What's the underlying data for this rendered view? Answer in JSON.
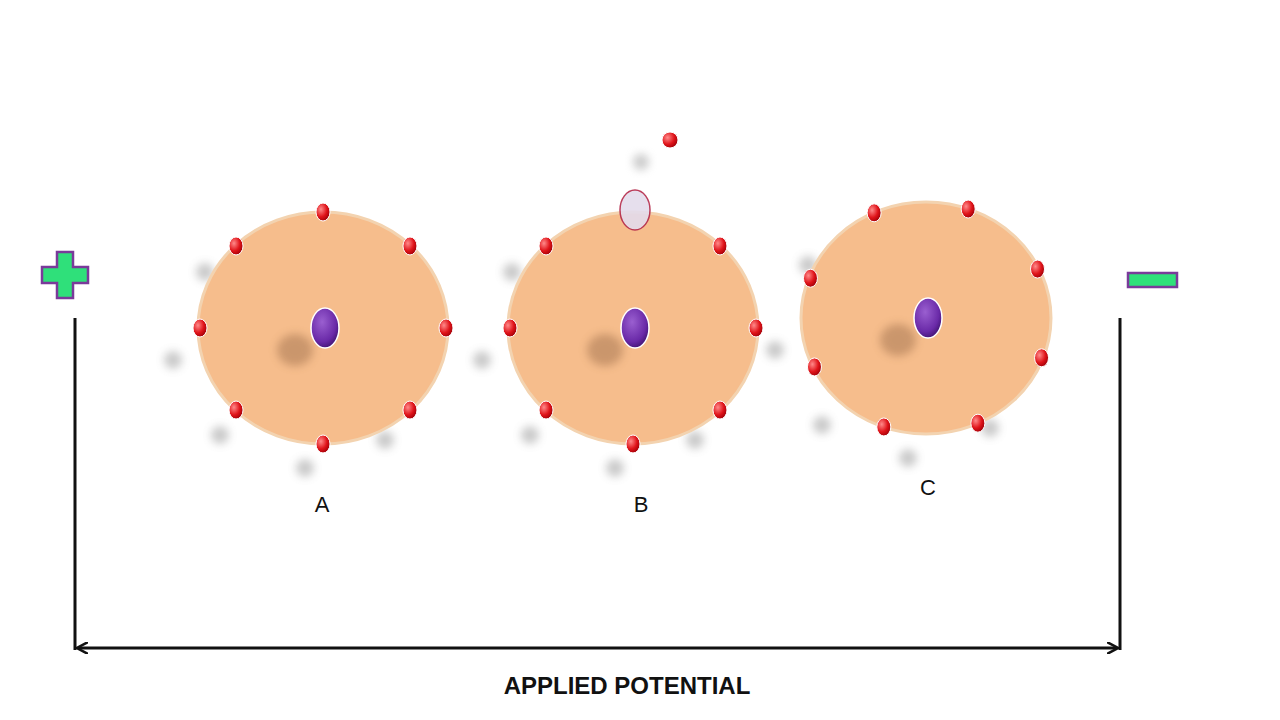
{
  "diagram": {
    "labels": [
      "A",
      "B",
      "C",
      "APPLIED POTENTIAL"
    ]
  }
}
